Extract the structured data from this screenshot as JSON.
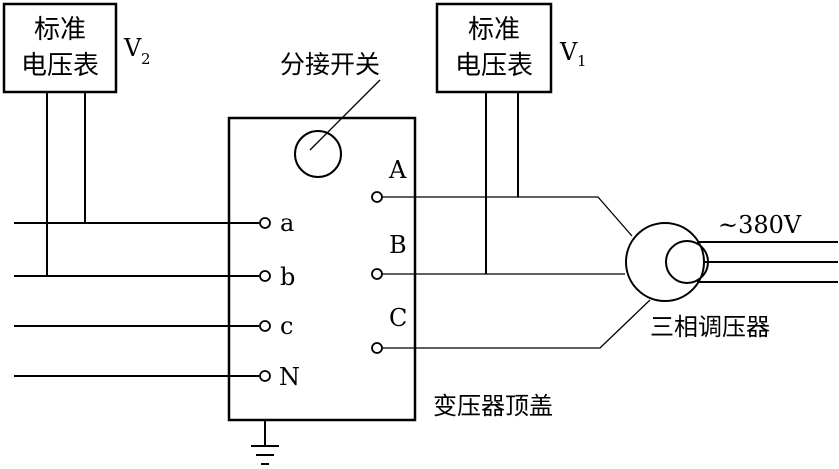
{
  "meter_v2": {
    "label_line1": "标准",
    "label_line2": "电压表",
    "symbol": "V",
    "subscript": "2"
  },
  "meter_v1": {
    "label_line1": "标准",
    "label_line2": "电压表",
    "symbol": "V",
    "subscript": "1"
  },
  "tap_switch_label": "分接开关",
  "terminals_left": [
    "a",
    "b",
    "c",
    "N"
  ],
  "terminals_right": [
    "A",
    "B",
    "C"
  ],
  "supply_label": "~380V",
  "regulator_label": "三相调压器",
  "cover_label": "变压器顶盖"
}
